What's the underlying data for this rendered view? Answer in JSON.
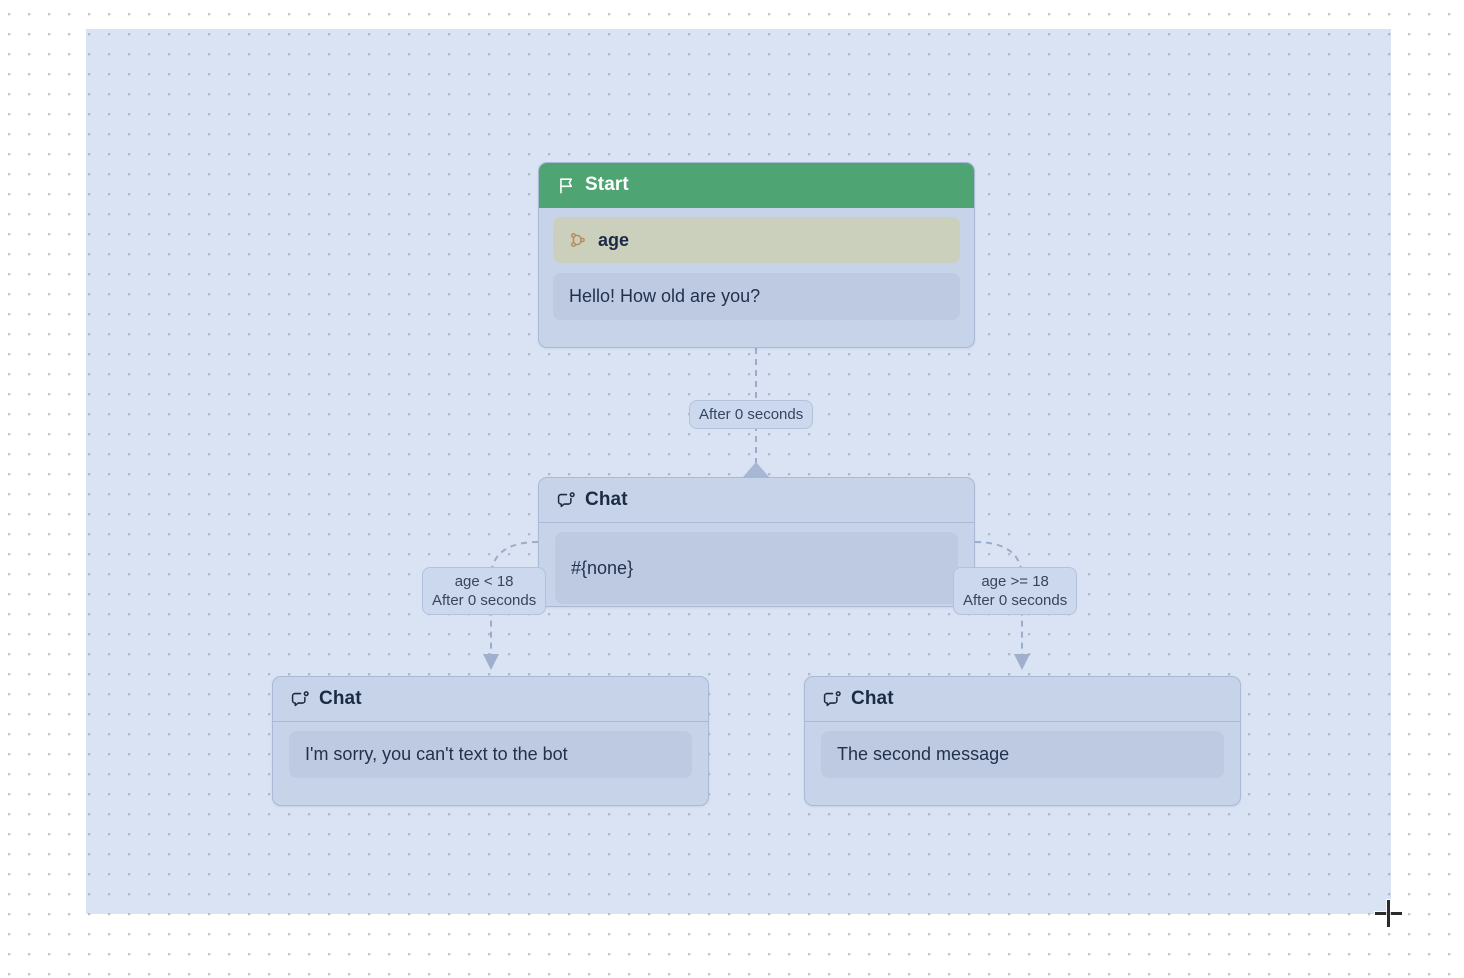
{
  "canvas": {
    "background_color": "#ffffff",
    "dot_color": "#c9c6c4",
    "selection_color": "#789bd7",
    "cursor": "crosshair-cursor"
  },
  "theme": {
    "node_bg": "#c7d3e9",
    "node_border": "#a9b9d6",
    "start_header_bg": "#4ea472",
    "start_header_text": "#ffffff",
    "variable_chip_bg": "#cbd0bd",
    "message_bubble_bg": "#bdcae2",
    "text_color": "#1c2b45",
    "edge_color": "#9badca",
    "edge_label_bg": "#ccd8ed"
  },
  "nodes": [
    {
      "id": "start",
      "header_label": "Start",
      "header_icon": "flag-icon",
      "variable_label": "age",
      "variable_icon": "branch-icon",
      "message": "Hello! How old are you?"
    },
    {
      "id": "chat-main",
      "header_label": "Chat",
      "header_icon": "chat-bubble-icon",
      "message": "#{none}"
    },
    {
      "id": "chat-left",
      "header_label": "Chat",
      "header_icon": "chat-bubble-icon",
      "message": "I'm sorry, you can't text to the bot"
    },
    {
      "id": "chat-right",
      "header_label": "Chat",
      "header_icon": "chat-bubble-icon",
      "message": "The second message"
    }
  ],
  "edges": [
    {
      "id": "start-to-chat",
      "from": "start",
      "to": "chat-main",
      "label_lines": [
        "After 0 seconds"
      ],
      "style": "dashed",
      "end_marker": "diamond"
    },
    {
      "id": "chat-to-left",
      "from": "chat-main",
      "to": "chat-left",
      "label_lines": [
        "age < 18",
        "After 0 seconds"
      ],
      "style": "dashed",
      "end_marker": "arrow"
    },
    {
      "id": "chat-to-right",
      "from": "chat-main",
      "to": "chat-right",
      "label_lines": [
        "age >= 18",
        "After 0 seconds"
      ],
      "style": "dashed",
      "end_marker": "arrow"
    }
  ]
}
